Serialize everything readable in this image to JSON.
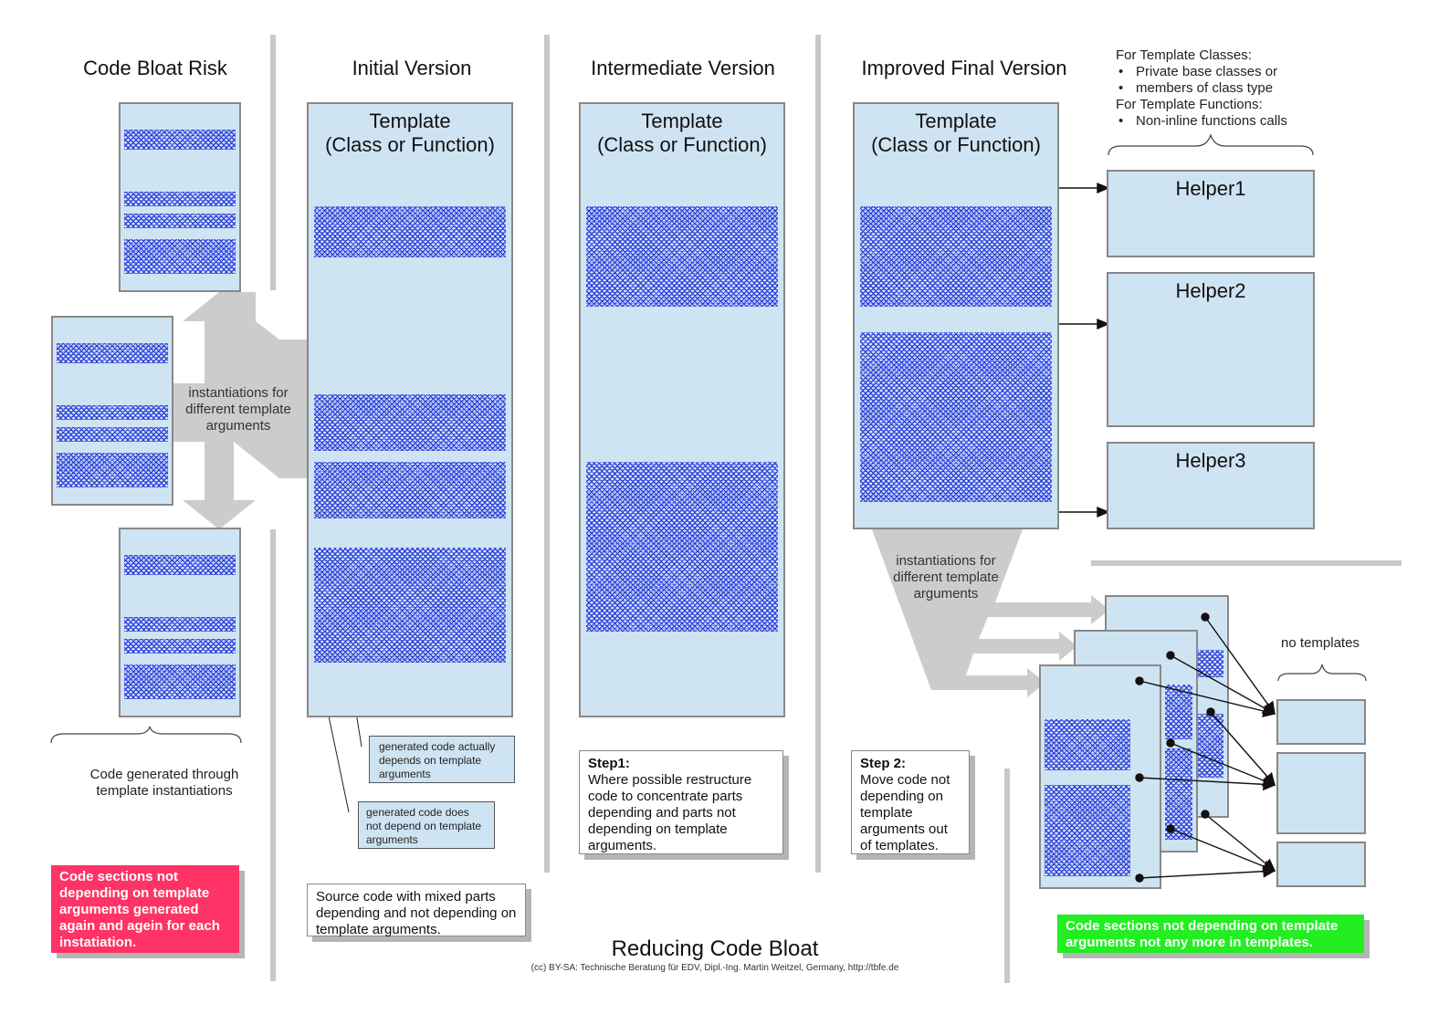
{
  "columns": {
    "bloat": "Code Bloat Risk",
    "initial": "Initial Version",
    "intermediate": "Intermediate Version",
    "improved": "Improved Final Version"
  },
  "template_title_line1": "Template",
  "template_title_line2": "(Class or Function)",
  "bloat": {
    "instantiations_label": "instantiations for different template arguments",
    "generated_label": "Code generated through template instantiations",
    "red_callout": "Code sections not depending on template arguments generated again and agein for each instatiation."
  },
  "initial": {
    "note_depends": "generated code actually depends on template arguments",
    "note_not_depends": "generated code does not depend on template arguments",
    "source_note": "Source code with mixed parts depending and not depending on template arguments."
  },
  "intermediate": {
    "step_title": "Step1:",
    "step_text": "Where possible restructure code  to concentrate parts depending and parts not depending on template arguments."
  },
  "improved": {
    "step_title": "Step 2:",
    "step_text": "Move code not depending on template arguments out of templates.",
    "instantiations_label": "instantiations for different template arguments",
    "green_callout": "Code sections not depending on template arguments  not any more in templates."
  },
  "helpers": {
    "header_classes": "For Template Classes:",
    "bullet1": "Private base classes or",
    "bullet2": "members of class type",
    "header_functions": "For Template Functions:",
    "bullet3": "Non-inline functions calls",
    "helper1": "Helper1",
    "helper2": "Helper2",
    "helper3": "Helper3",
    "no_templates": "no templates"
  },
  "footer": {
    "title": "Reducing Code Bloat",
    "credit": "(cc) BY-SA: Technische Beratung für EDV, Dipl.-Ing. Martin Weitzel, Germany, http://tbfe.de"
  }
}
